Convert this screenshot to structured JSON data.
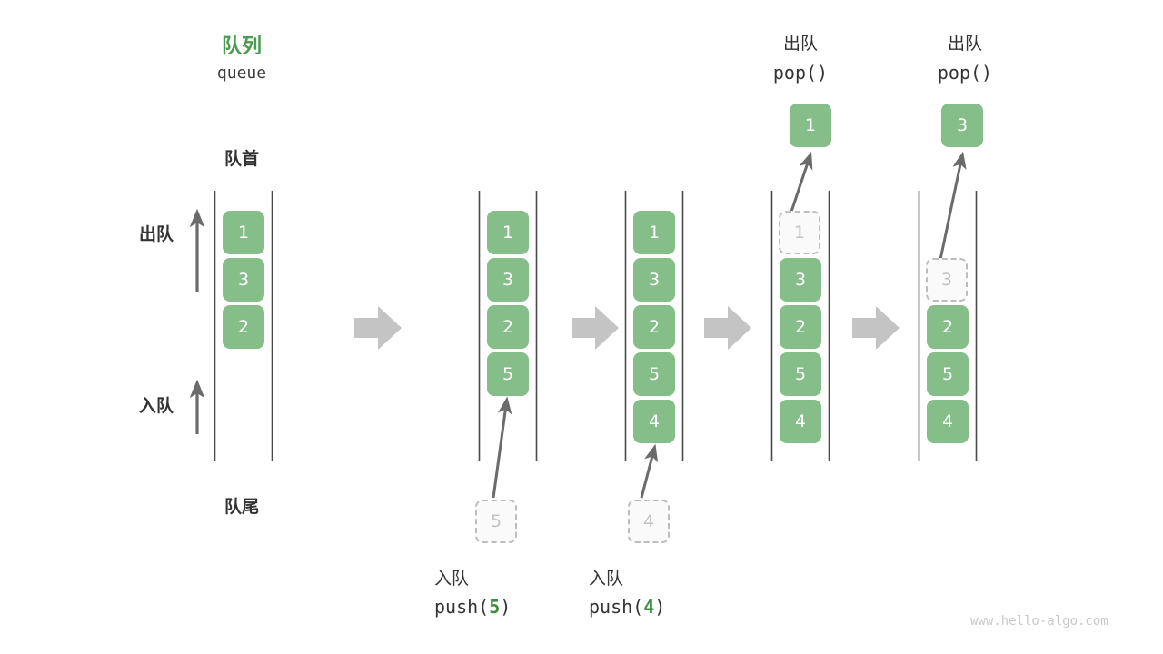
{
  "diagram": {
    "title_cn": "队列",
    "title_en": "queue",
    "front_label": "队首",
    "rear_label": "队尾",
    "dequeue_label": "出队",
    "enqueue_label": "入队",
    "watermark": "www.hello-algo.com",
    "colors": {
      "green_fill": "#86be89",
      "green_text": "#4c9a51",
      "accent_arg": "#3f8e44",
      "rail": "#4a4a4a",
      "ghost_border": "#bdbdbd",
      "ghost_text": "#c2c2c2",
      "flow_arrow": "#c4c4c4",
      "watermark": "#c9c9c9"
    }
  },
  "steps": [
    {
      "name": "initial",
      "cells": [
        {
          "value": "1",
          "state": "filled"
        },
        {
          "value": "3",
          "state": "filled"
        },
        {
          "value": "2",
          "state": "filled"
        }
      ],
      "caption_cn": "",
      "caption_code": "",
      "incoming": null,
      "popped": null
    },
    {
      "name": "push-5",
      "cells": [
        {
          "value": "1",
          "state": "filled"
        },
        {
          "value": "3",
          "state": "filled"
        },
        {
          "value": "2",
          "state": "filled"
        },
        {
          "value": "5",
          "state": "filled"
        }
      ],
      "caption_cn": "入队",
      "caption_code_prefix": "push(",
      "caption_code_arg": "5",
      "caption_code_suffix": ")",
      "incoming": {
        "value": "5",
        "state": "ghost"
      },
      "popped": null
    },
    {
      "name": "push-4",
      "cells": [
        {
          "value": "1",
          "state": "filled"
        },
        {
          "value": "3",
          "state": "filled"
        },
        {
          "value": "2",
          "state": "filled"
        },
        {
          "value": "5",
          "state": "filled"
        },
        {
          "value": "4",
          "state": "filled"
        }
      ],
      "caption_cn": "入队",
      "caption_code_prefix": "push(",
      "caption_code_arg": "4",
      "caption_code_suffix": ")",
      "incoming": {
        "value": "4",
        "state": "ghost"
      },
      "popped": null
    },
    {
      "name": "pop-1",
      "cells": [
        {
          "value": "1",
          "state": "ghost"
        },
        {
          "value": "3",
          "state": "filled"
        },
        {
          "value": "2",
          "state": "filled"
        },
        {
          "value": "5",
          "state": "filled"
        },
        {
          "value": "4",
          "state": "filled"
        }
      ],
      "header_cn": "出队",
      "header_code": "pop()",
      "popped": {
        "value": "1",
        "state": "filled"
      },
      "incoming": null
    },
    {
      "name": "pop-3",
      "cells": [
        {
          "value": "3",
          "state": "ghost"
        },
        {
          "value": "2",
          "state": "filled"
        },
        {
          "value": "5",
          "state": "filled"
        },
        {
          "value": "4",
          "state": "filled"
        }
      ],
      "header_cn": "出队",
      "header_code": "pop()",
      "popped": {
        "value": "3",
        "state": "filled"
      },
      "incoming": null
    }
  ]
}
